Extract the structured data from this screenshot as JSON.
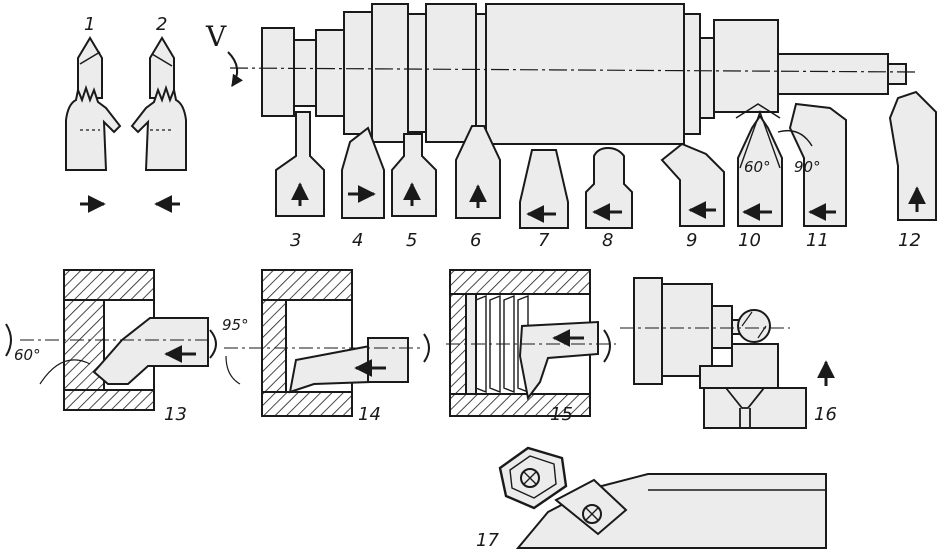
{
  "diagram": {
    "speed_label": "V",
    "tool_numbers": [
      "1",
      "2",
      "3",
      "4",
      "5",
      "6",
      "7",
      "8",
      "9",
      "10",
      "11",
      "12",
      "13",
      "14",
      "15",
      "16",
      "17"
    ],
    "angles": {
      "tool10": "60°",
      "tool11": "90°",
      "fig13": "60°",
      "fig14": "95°"
    }
  },
  "colors": {
    "ink": "#1a1a1a",
    "fill": "#ececec",
    "paper": "#ffffff"
  }
}
